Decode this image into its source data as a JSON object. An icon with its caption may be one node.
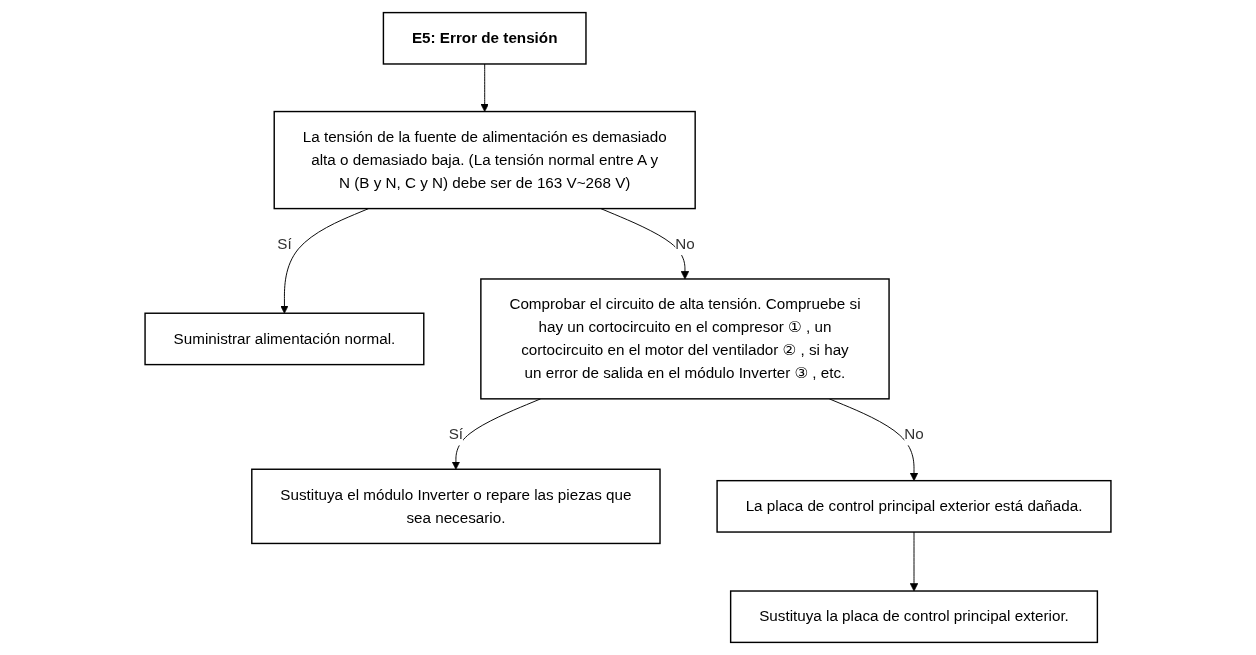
{
  "diagram": {
    "nodes": [
      {
        "text": [
          "E5: Error de tensión"
        ]
      },
      {
        "text": [
          "La tensión de la fuente de alimentación es demasiado alta o demasiado baja. (La tensión normal entre A y N (B y N, C y N) debe ser de 163 V~268 V)"
        ]
      },
      {
        "text": [
          "Suministrar alimentación normal."
        ]
      },
      {
        "text": [
          "Comprobar el circuito de alta tensión. Compruebe si hay un cortocircuito en el compresor ① , un cortocircuito en el motor del ventilador ② , si hay un error de salida en el módulo Inverter ③ , etc."
        ]
      },
      {
        "text": [
          "Sustituya el módulo Inverter o repare las piezas que sea necesario."
        ]
      },
      {
        "text": [
          "La placa de control principal exterior está dañada."
        ]
      },
      {
        "text": [
          "Sustituya la placa de control principal exterior."
        ]
      }
    ],
    "edges": [
      {
        "from": 0,
        "to": 1,
        "arrow": "to"
      },
      {
        "from": 1,
        "to": 2,
        "arrow": "to",
        "label": "Sí"
      },
      {
        "from": 1,
        "to": 3,
        "arrow": "to",
        "label": "No"
      },
      {
        "from": 3,
        "to": 4,
        "arrow": "to",
        "label": "Sí"
      },
      {
        "from": 3,
        "to": 5,
        "arrow": "to",
        "label": "No"
      },
      {
        "from": 5,
        "to": 6,
        "arrow": "to"
      }
    ]
  }
}
